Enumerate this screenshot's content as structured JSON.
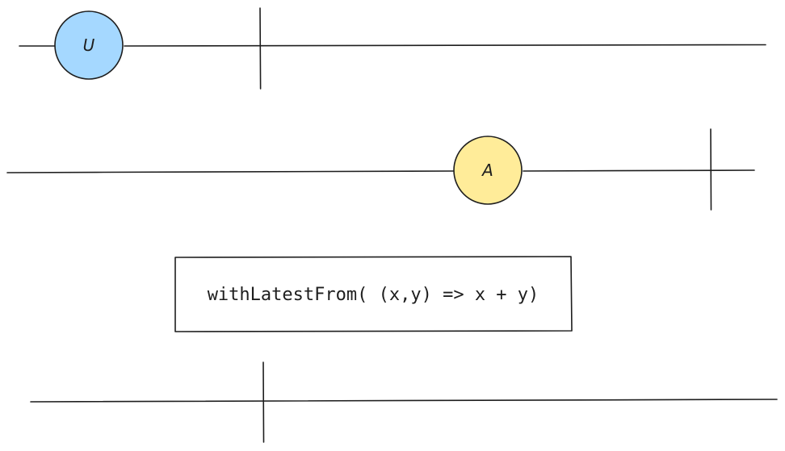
{
  "diagram": {
    "streams": [
      {
        "marbles": [
          {
            "label": "U",
            "fill": "#a5d8ff"
          }
        ]
      },
      {
        "marbles": [
          {
            "label": "A",
            "fill": "#ffec99"
          }
        ]
      },
      {
        "marbles": []
      }
    ],
    "operator": {
      "label": "withLatestFrom( (x,y) => x + y)"
    }
  }
}
